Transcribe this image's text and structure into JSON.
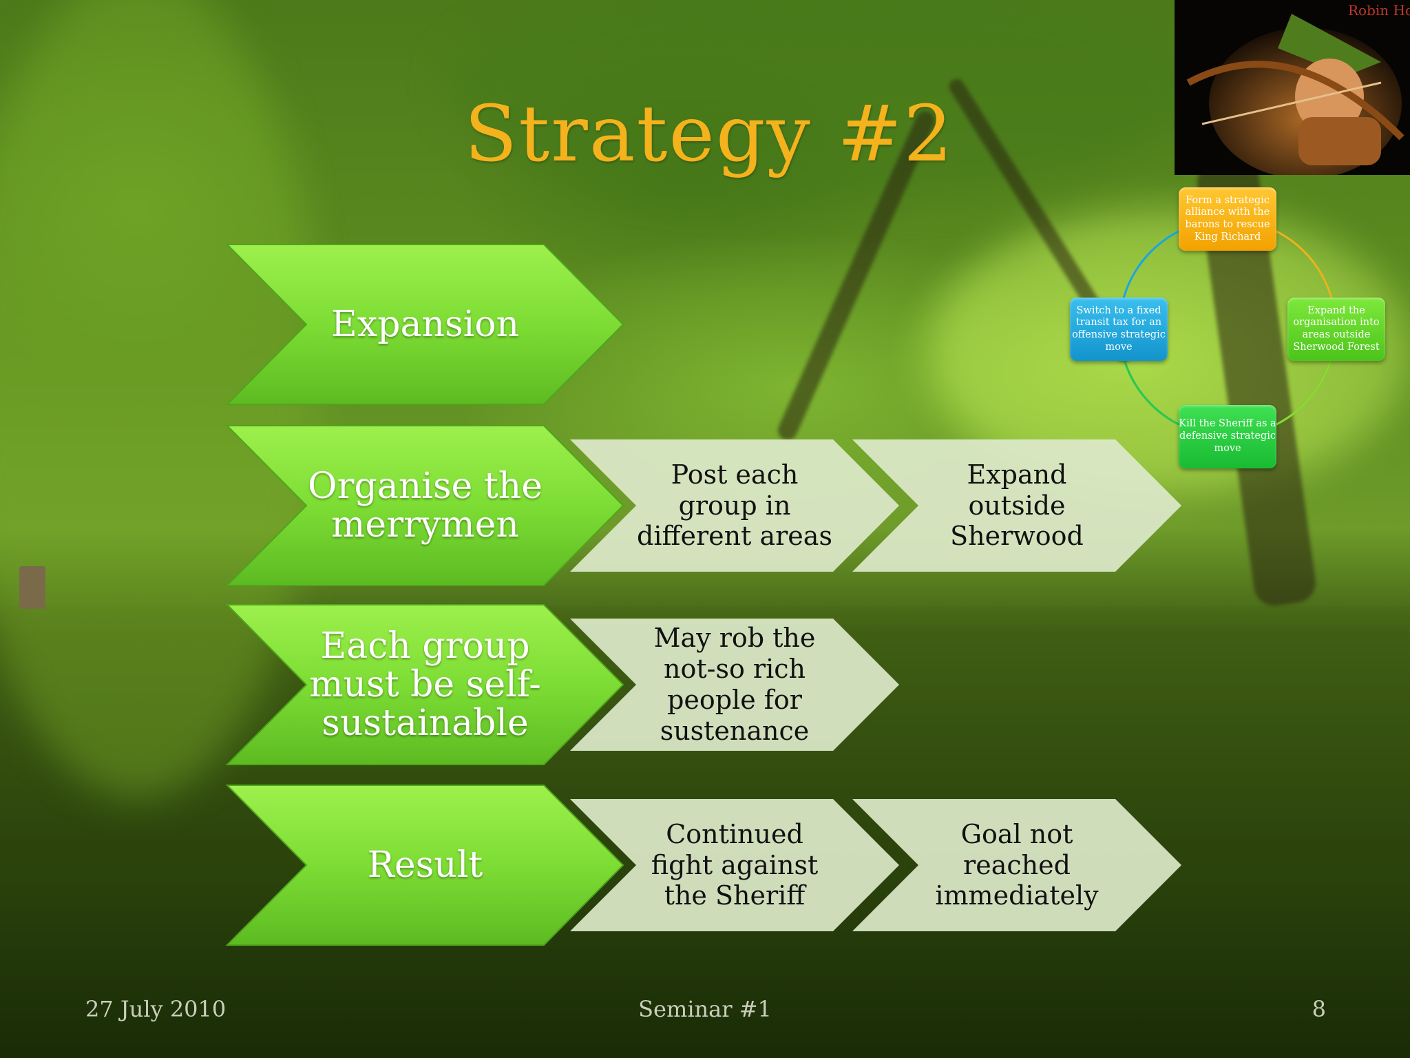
{
  "slide": {
    "title": "Strategy #2",
    "rows": [
      {
        "label": "Expansion",
        "steps": []
      },
      {
        "label": "Organise the merrymen",
        "steps": [
          "Post each group in different areas",
          "Expand outside Sherwood"
        ]
      },
      {
        "label": "Each group must be self-sustainable",
        "steps": [
          "May rob the not-so rich people for sustenance"
        ]
      },
      {
        "label": "Result",
        "steps": [
          "Continued fight against the Sheriff",
          "Goal not reached immediately"
        ]
      }
    ],
    "cycle": {
      "top": "Form a strategic alliance with the barons to rescue King Richard",
      "right": "Expand the organisation into areas outside Sherwood Forest",
      "bottom": "Kill the Sheriff as a defensive strategic move",
      "left": "Switch to a fixed transit tax for an offensive strategic move"
    },
    "logo_text": "Robin Hood",
    "footer": {
      "date": "27 July 2010",
      "center": "Seminar #1",
      "page": "8"
    },
    "colors": {
      "title": "#f4b21c",
      "green_chevron": "#7de036",
      "light_chevron": "#dbe8c8",
      "node_top": "#f5a900",
      "node_right": "#58d21c",
      "node_bottom": "#21c93a",
      "node_left": "#1aa6df"
    }
  }
}
